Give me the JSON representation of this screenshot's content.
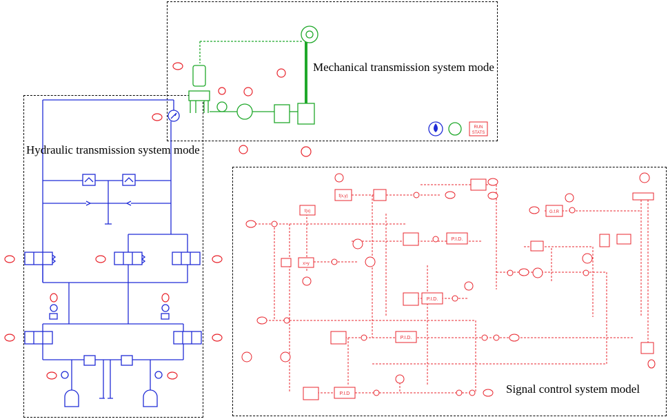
{
  "regions": {
    "mechanical": {
      "title": "Mechanical transmission system mode"
    },
    "hydraulic": {
      "title": "Hydraulic transmission system mode"
    },
    "signal": {
      "title": "Signal control system model"
    }
  },
  "controls": {
    "run_stats": {
      "line1": "RUN",
      "line2": "STATS"
    }
  },
  "blocks": {
    "pid": "P.I.D.",
    "pid_alt": "P.I.D",
    "fxy": "f(x,y)",
    "fx": "f(x)",
    "xy": "x>y",
    "gain": "G.f.R"
  },
  "colors": {
    "hydraulic": "#1f2bd6",
    "mechanical": "#1fa82a",
    "signal": "#e8242c",
    "border": "#000000"
  }
}
